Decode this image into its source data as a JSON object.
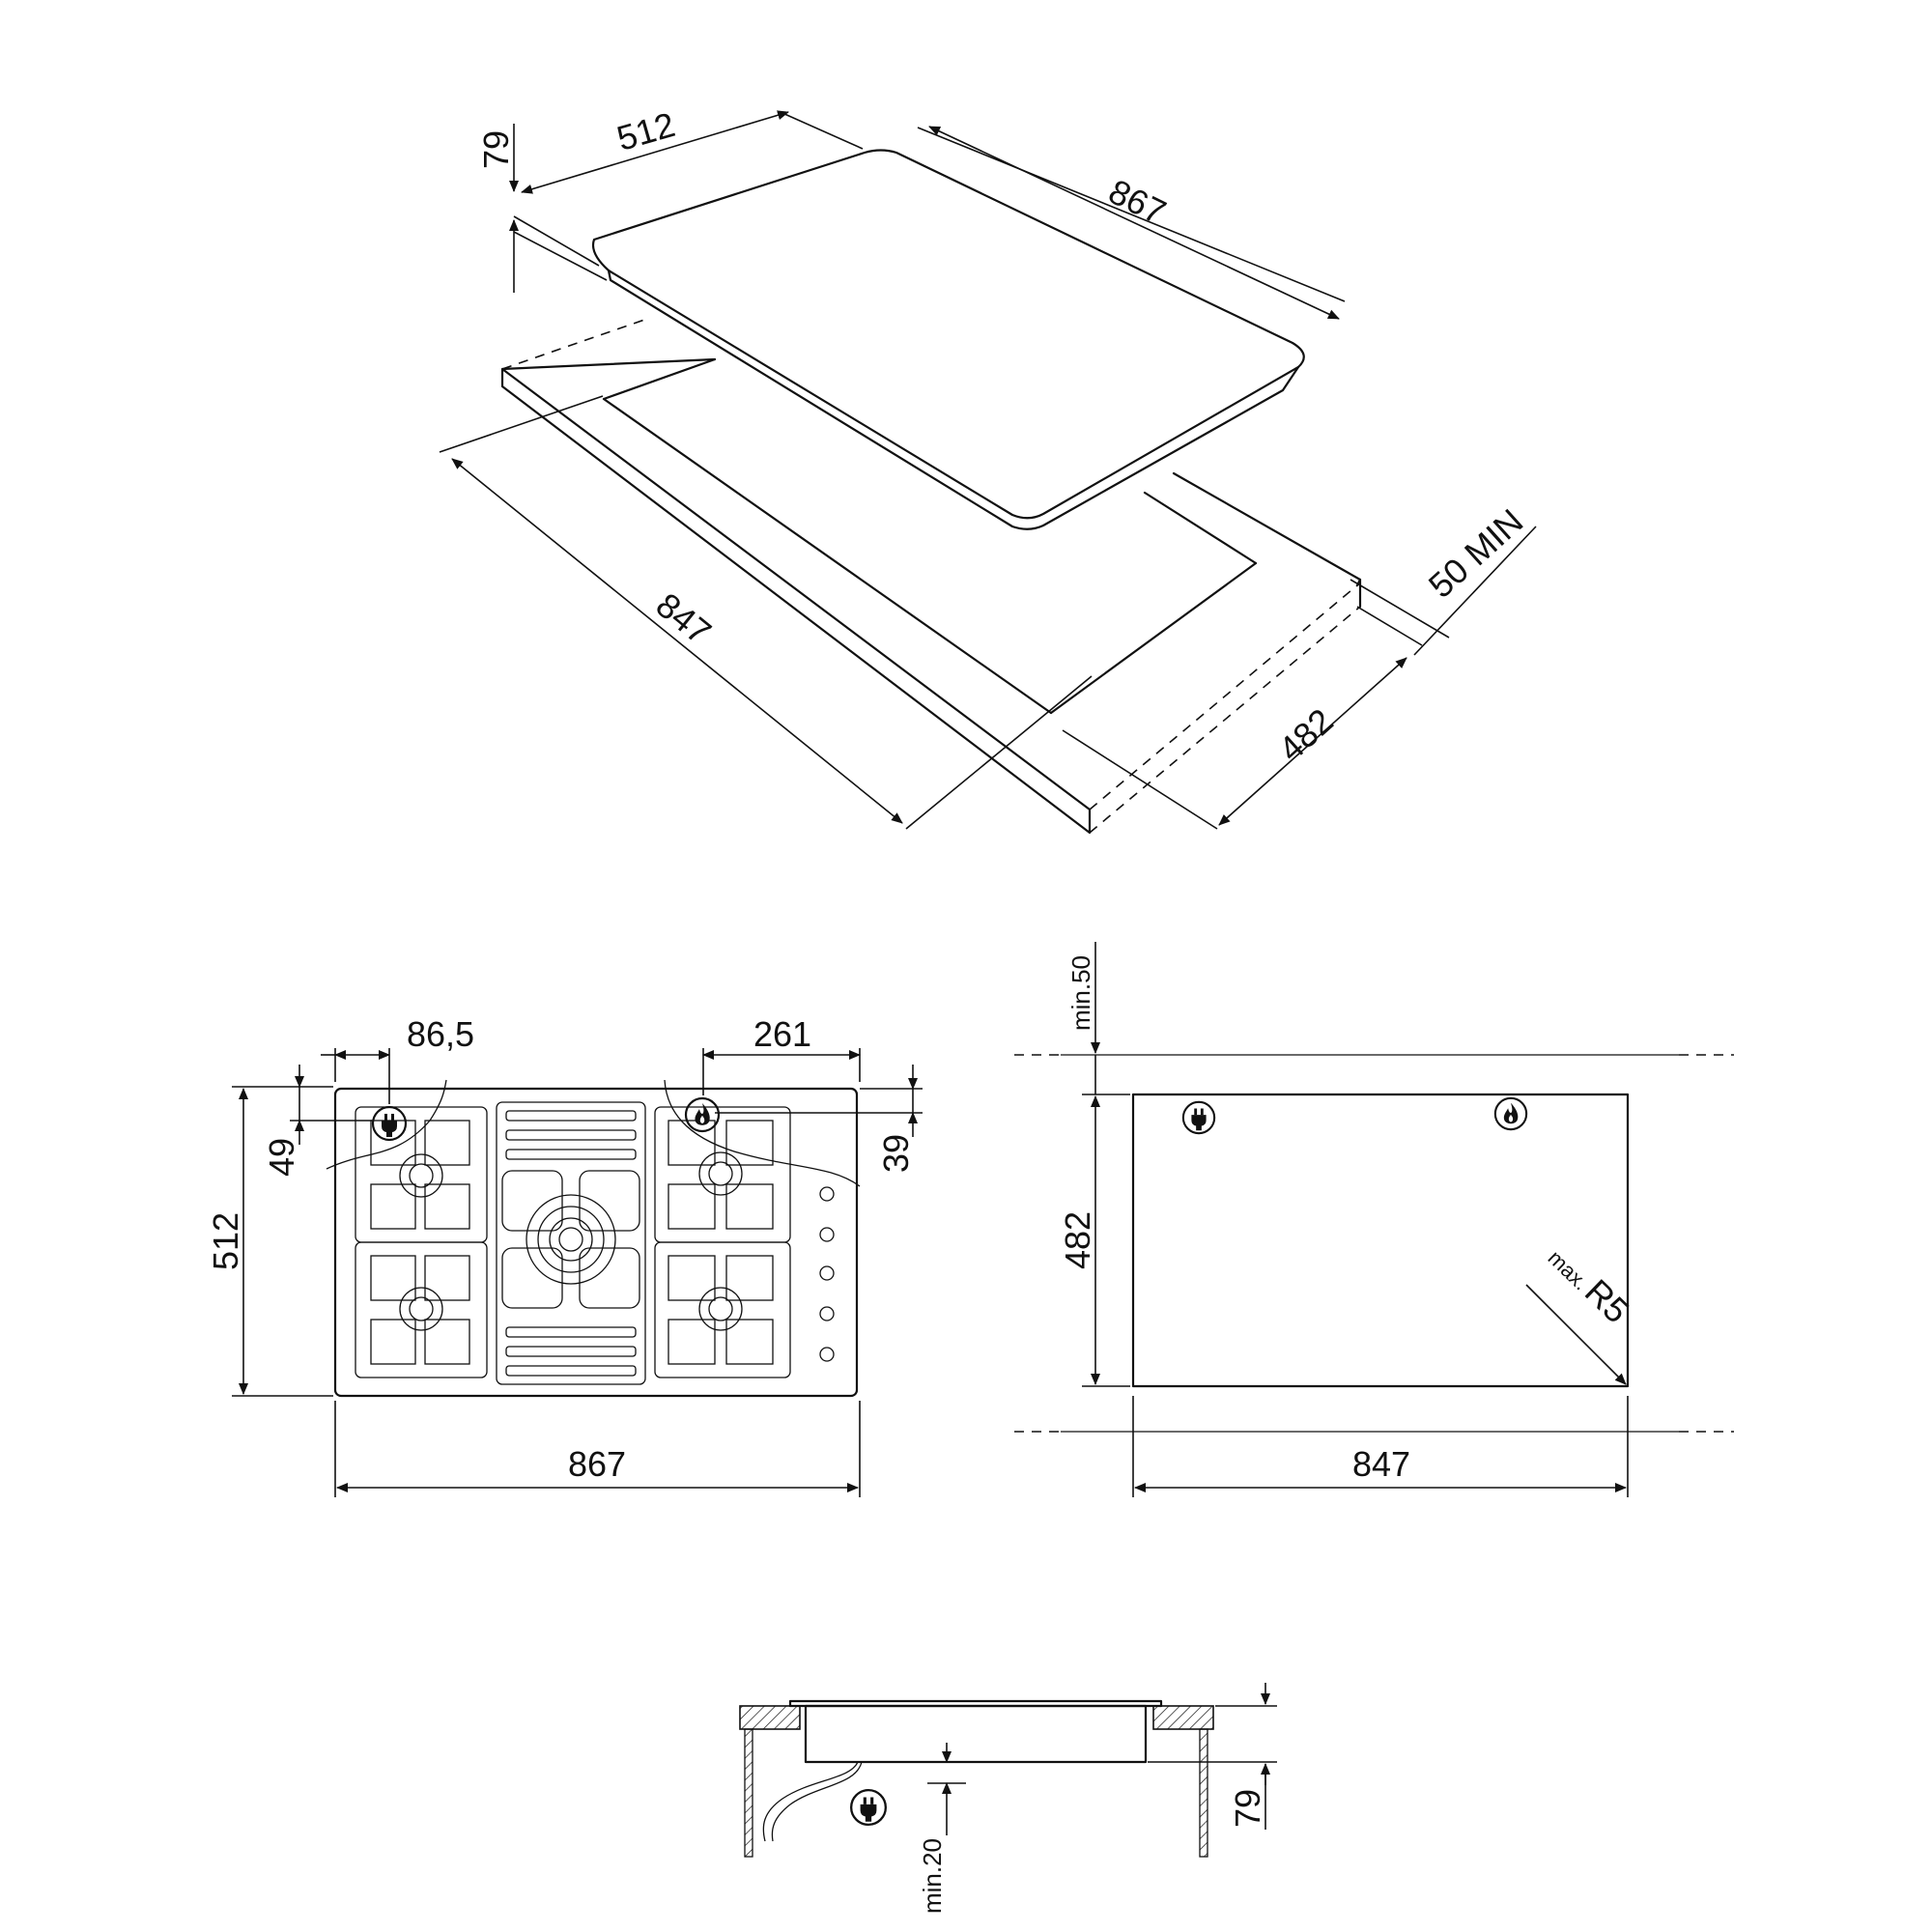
{
  "iso": {
    "d_height": "79",
    "d_depth": "512",
    "d_width": "867",
    "d_cutout_w": "847",
    "d_cutout_d": "482",
    "d_min": "50 MIN"
  },
  "top": {
    "d_plug_x": "86,5",
    "d_gas_x": "261",
    "d_plug_y": "49",
    "d_gas_y": "39",
    "d_depth": "512",
    "d_width": "867"
  },
  "cutout": {
    "d_min_top": "min.50",
    "d_depth": "482",
    "d_width": "847",
    "d_radius_prefix": "max.",
    "d_radius": "R5"
  },
  "section": {
    "d_min_below": "min.20",
    "d_height": "79"
  },
  "icons": [
    "plug-icon",
    "flame-icon"
  ]
}
